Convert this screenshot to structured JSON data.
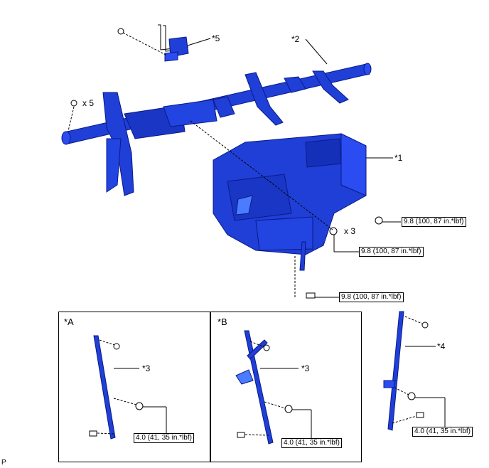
{
  "callouts": {
    "hvac_unit": "*1",
    "steering_support": "*2",
    "brace_a": "*3",
    "brace_b": "*3",
    "brace_right": "*4",
    "connector_bracket": "*5"
  },
  "quantities": {
    "support_bolts": "x 5",
    "hvac_nuts": "x 3"
  },
  "torques": {
    "nut_right": "9.8 (100, 87 in.*lbf)",
    "nuts_x3": "9.8 (100, 87 in.*lbf)",
    "drain_bolt": "9.8 (100, 87 in.*lbf)",
    "inset_a": "4.0 (41, 35 in.*lbf)",
    "inset_b": "4.0 (41, 35 in.*lbf)",
    "brace_right": "4.0 (41, 35 in.*lbf)"
  },
  "insets": {
    "a_label": "*A",
    "b_label": "*B"
  },
  "corner_mark": "P",
  "colors": {
    "part_fill": "#1f3fd6",
    "part_dark": "#0a1a8a",
    "line": "#000000"
  }
}
